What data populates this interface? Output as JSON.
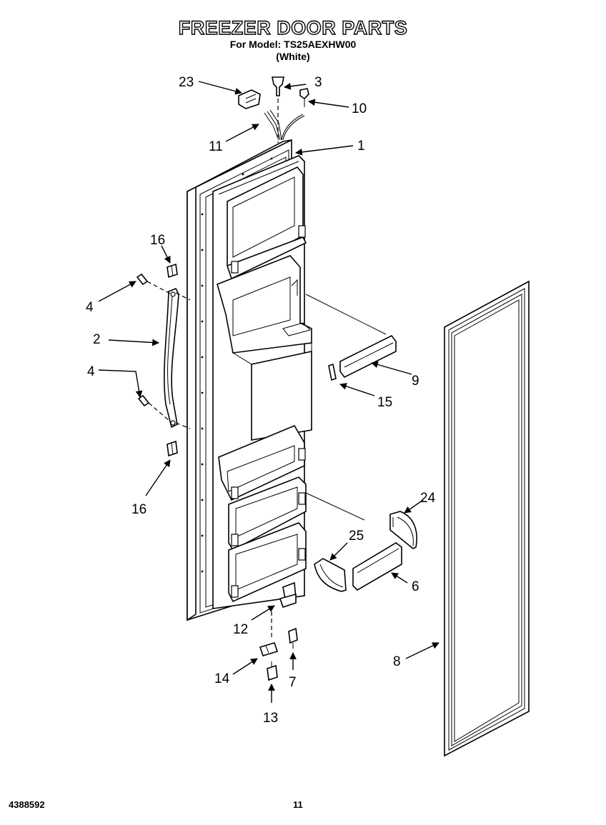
{
  "header": {
    "title": "FREEZER DOOR PARTS",
    "model_line": "For Model: TS25AEXHW00",
    "color_line": "(White)"
  },
  "callouts": [
    "23",
    "3",
    "10",
    "11",
    "1",
    "16",
    "4",
    "2",
    "4",
    "16",
    "9",
    "15",
    "24",
    "25",
    "6",
    "12",
    "8",
    "14",
    "7",
    "13"
  ],
  "footer": {
    "doc_number": "4388592",
    "page_number": "11"
  }
}
